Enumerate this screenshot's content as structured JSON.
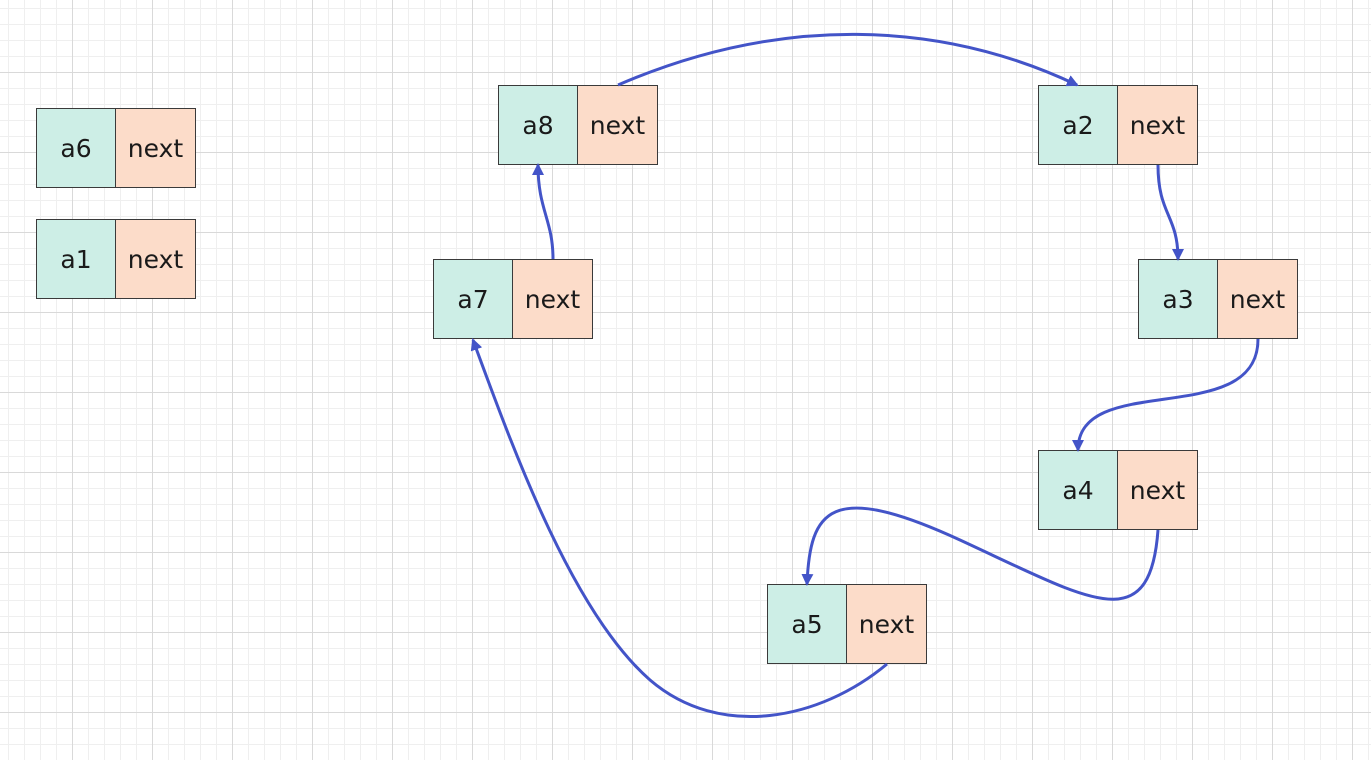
{
  "diagram": {
    "colors": {
      "value_cell": "#cdeee6",
      "next_cell": "#fcdcc9",
      "arrow": "#4354c8"
    },
    "nodes": [
      {
        "id": "a6",
        "label": "a6",
        "pointer_label": "next"
      },
      {
        "id": "a1",
        "label": "a1",
        "pointer_label": "next"
      },
      {
        "id": "a8",
        "label": "a8",
        "pointer_label": "next"
      },
      {
        "id": "a2",
        "label": "a2",
        "pointer_label": "next"
      },
      {
        "id": "a7",
        "label": "a7",
        "pointer_label": "next"
      },
      {
        "id": "a3",
        "label": "a3",
        "pointer_label": "next"
      },
      {
        "id": "a4",
        "label": "a4",
        "pointer_label": "next"
      },
      {
        "id": "a5",
        "label": "a5",
        "pointer_label": "next"
      }
    ],
    "edges": [
      {
        "from": "a8",
        "to": "a2"
      },
      {
        "from": "a2",
        "to": "a3"
      },
      {
        "from": "a3",
        "to": "a4"
      },
      {
        "from": "a4",
        "to": "a5"
      },
      {
        "from": "a5",
        "to": "a7"
      },
      {
        "from": "a7",
        "to": "a8"
      }
    ]
  }
}
